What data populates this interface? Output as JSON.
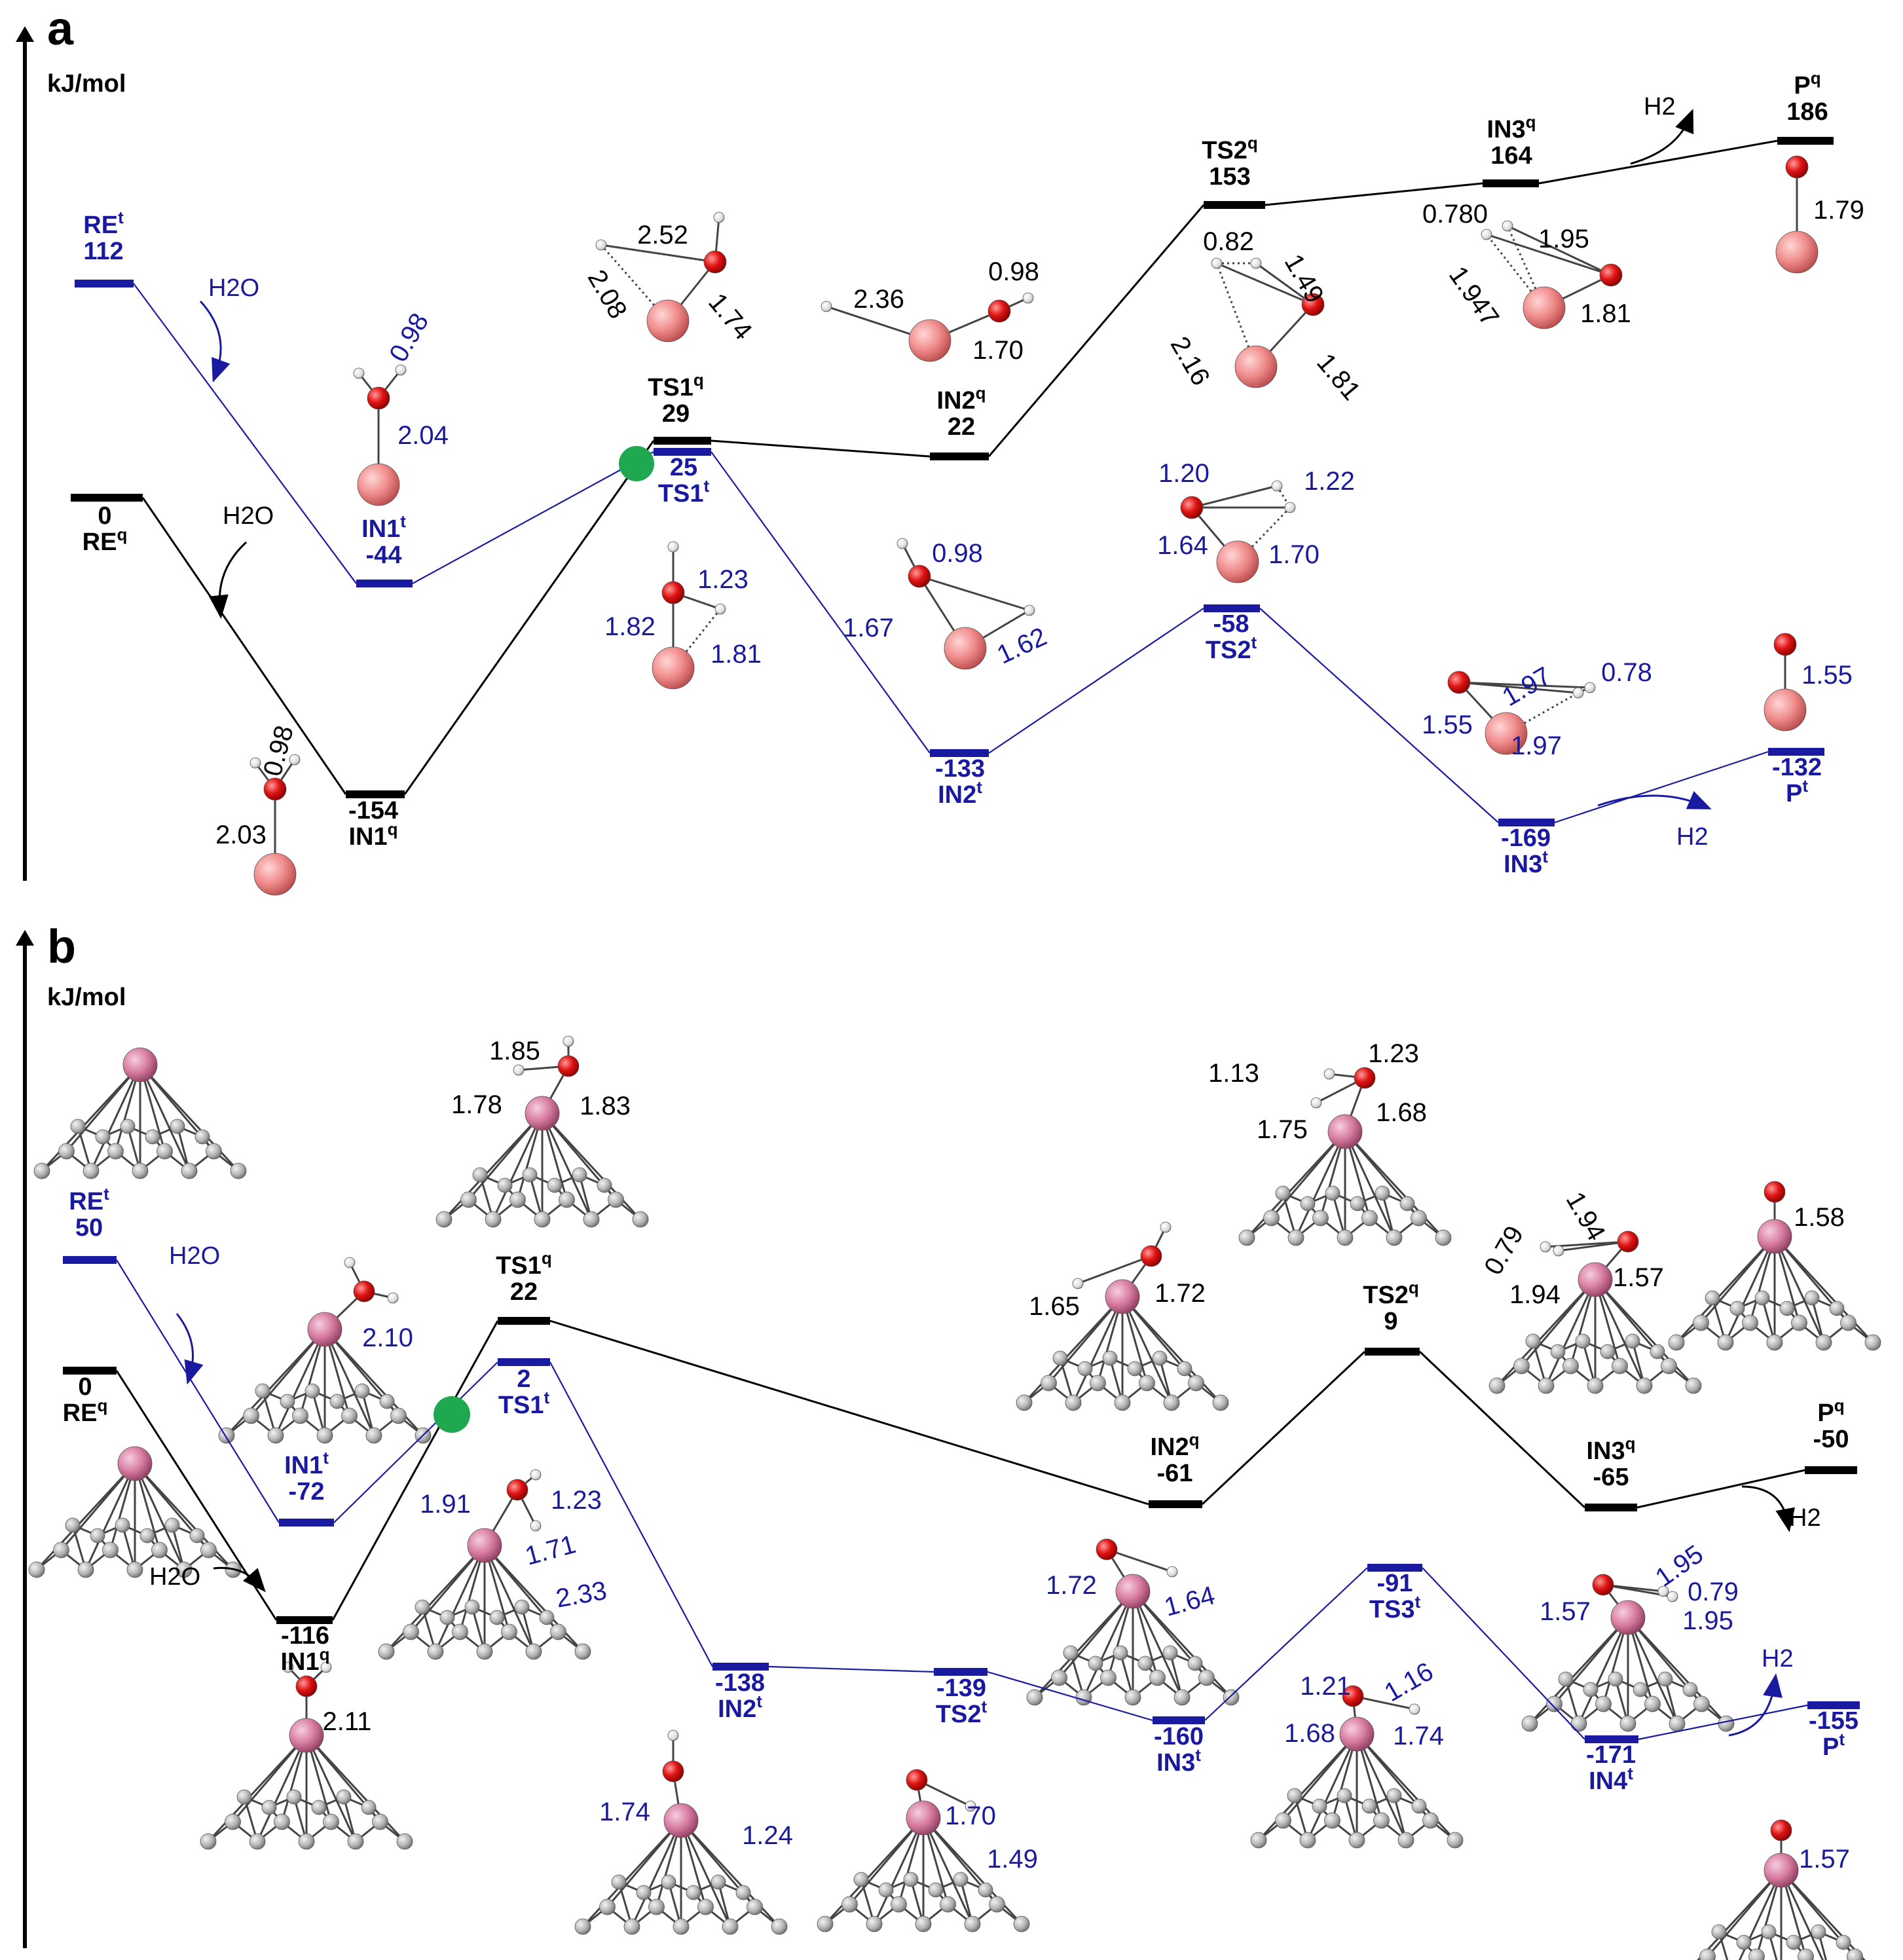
{
  "panel_a": {
    "letter": "a",
    "unit": "kJ/mol",
    "levels": [
      {
        "id": "REq",
        "name": "RE",
        "sup": "q",
        "value": "0",
        "series": "quintet"
      },
      {
        "id": "IN1q",
        "name": "IN1",
        "sup": "q",
        "value": "-154",
        "series": "quintet"
      },
      {
        "id": "TS1q",
        "name": "TS1",
        "sup": "q",
        "value": "29",
        "series": "quintet"
      },
      {
        "id": "IN2q",
        "name": "IN2",
        "sup": "q",
        "value": "22",
        "series": "quintet"
      },
      {
        "id": "TS2q",
        "name": "TS2",
        "sup": "q",
        "value": "153",
        "series": "quintet"
      },
      {
        "id": "IN3q",
        "name": "IN3",
        "sup": "q",
        "value": "164",
        "series": "quintet"
      },
      {
        "id": "Pq",
        "name": "P",
        "sup": "q",
        "value": "186",
        "series": "quintet"
      },
      {
        "id": "REt",
        "name": "RE",
        "sup": "t",
        "value": "112",
        "series": "triplet"
      },
      {
        "id": "IN1t",
        "name": "IN1",
        "sup": "t",
        "value": "-44",
        "series": "triplet"
      },
      {
        "id": "TS1t",
        "name": "TS1",
        "sup": "t",
        "value": "25",
        "series": "triplet"
      },
      {
        "id": "IN2t",
        "name": "IN2",
        "sup": "t",
        "value": "-133",
        "series": "triplet"
      },
      {
        "id": "TS2t",
        "name": "TS2",
        "sup": "t",
        "value": "-58",
        "series": "triplet"
      },
      {
        "id": "IN3t",
        "name": "IN3",
        "sup": "t",
        "value": "-169",
        "series": "triplet"
      },
      {
        "id": "Pt",
        "name": "P",
        "sup": "t",
        "value": "-132",
        "series": "triplet"
      }
    ],
    "reagents": [
      "H2O",
      "H2O",
      "H2",
      "H2"
    ],
    "distances": {
      "IN1q": [
        "0.98",
        "2.03"
      ],
      "IN1t": [
        "0.98",
        "2.04"
      ],
      "TS1q": [
        "2.52",
        "2.08",
        "1.74"
      ],
      "TS1t": [
        "1.23",
        "1.82",
        "1.81"
      ],
      "IN2q": [
        "2.36",
        "0.98",
        "1.70"
      ],
      "IN2t": [
        "0.98",
        "1.67",
        "1.62"
      ],
      "TS2q": [
        "0.82",
        "1.49",
        "2.16",
        "1.81"
      ],
      "TS2t": [
        "1.20",
        "1.22",
        "1.64",
        "1.70"
      ],
      "IN3q": [
        "0.780",
        "1.95",
        "1.947",
        "1.81"
      ],
      "IN3t": [
        "1.97",
        "0.78",
        "1.55",
        "1.97"
      ],
      "Pq": [
        "1.79"
      ],
      "Pt": [
        "1.55"
      ]
    }
  },
  "panel_b": {
    "letter": "b",
    "unit": "kJ/mol",
    "levels": [
      {
        "id": "REq",
        "name": "RE",
        "sup": "q",
        "value": "0",
        "series": "quintet"
      },
      {
        "id": "IN1q",
        "name": "IN1",
        "sup": "q",
        "value": "-116",
        "series": "quintet"
      },
      {
        "id": "TS1q",
        "name": "TS1",
        "sup": "q",
        "value": "22",
        "series": "quintet"
      },
      {
        "id": "IN2q",
        "name": "IN2",
        "sup": "q",
        "value": "-61",
        "series": "quintet"
      },
      {
        "id": "TS2q",
        "name": "TS2",
        "sup": "q",
        "value": "9",
        "series": "quintet"
      },
      {
        "id": "IN3q",
        "name": "IN3",
        "sup": "q",
        "value": "-65",
        "series": "quintet"
      },
      {
        "id": "Pq",
        "name": "P",
        "sup": "q",
        "value": "-50",
        "series": "quintet"
      },
      {
        "id": "REt",
        "name": "RE",
        "sup": "t",
        "value": "50",
        "series": "triplet"
      },
      {
        "id": "IN1t",
        "name": "IN1",
        "sup": "t",
        "value": "-72",
        "series": "triplet"
      },
      {
        "id": "TS1t",
        "name": "TS1",
        "sup": "t",
        "value": "2",
        "series": "triplet"
      },
      {
        "id": "IN2t",
        "name": "IN2",
        "sup": "t",
        "value": "-138",
        "series": "triplet"
      },
      {
        "id": "TS2t",
        "name": "TS2",
        "sup": "t",
        "value": "-139",
        "series": "triplet"
      },
      {
        "id": "IN3t",
        "name": "IN3",
        "sup": "t",
        "value": "-160",
        "series": "triplet"
      },
      {
        "id": "TS3t",
        "name": "TS3",
        "sup": "t",
        "value": "-91",
        "series": "triplet"
      },
      {
        "id": "IN4t",
        "name": "IN4",
        "sup": "t",
        "value": "-171",
        "series": "triplet"
      },
      {
        "id": "Pt",
        "name": "P",
        "sup": "t",
        "value": "-155",
        "series": "triplet"
      }
    ],
    "reagents": [
      "H2O",
      "H2O",
      "H2",
      "H2"
    ],
    "distances": {
      "IN1q": [
        "2.11"
      ],
      "IN1t": [
        "2.10"
      ],
      "TS1q": [
        "1.85",
        "1.78",
        "1.83"
      ],
      "TS1t": [
        "1.91",
        "1.23",
        "1.71",
        "2.33"
      ],
      "IN2q": [
        "1.65",
        "1.72"
      ],
      "IN2t": [
        "1.74",
        "1.24"
      ],
      "TS2q": [
        "1.13",
        "1.23",
        "1.75",
        "1.68"
      ],
      "TS2t": [
        "1.70",
        "1.49"
      ],
      "IN3q": [
        "0.79",
        "1.94",
        "1.94",
        "1.57"
      ],
      "IN3t": [
        "1.72",
        "1.64"
      ],
      "TS3t": [
        "1.21",
        "1.16",
        "1.68",
        "1.74"
      ],
      "IN4t": [
        "1.95",
        "0.79",
        "1.57",
        "1.95"
      ],
      "Pq": [
        "1.58"
      ],
      "Pt": [
        "1.57"
      ]
    }
  },
  "colors": {
    "quintet": "#000000",
    "triplet": "#1a1aa0",
    "crossing": "#1fa84f",
    "metal_a": "#f08080",
    "metal_b": "#d4789a",
    "oxygen": "#e01010",
    "hydrogen": "#e8e8e8",
    "carbon": "#b8b8b8"
  }
}
